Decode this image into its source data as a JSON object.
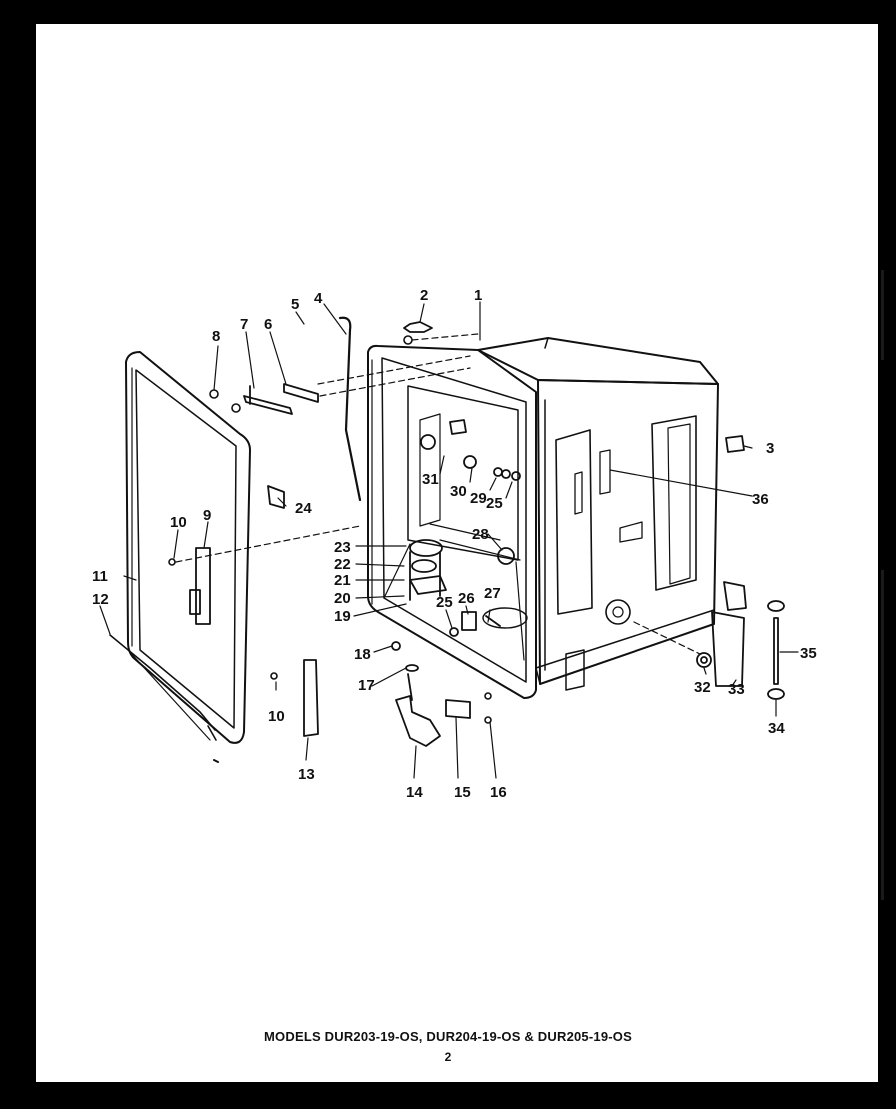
{
  "footer": {
    "models": "MODELS DUR203-19-OS, DUR204-19-OS & DUR205-19-OS",
    "page_number": "2"
  },
  "callouts": [
    "1",
    "2",
    "3",
    "4",
    "5",
    "6",
    "7",
    "8",
    "9",
    "10",
    "10",
    "11",
    "12",
    "13",
    "14",
    "15",
    "16",
    "17",
    "18",
    "19",
    "20",
    "21",
    "22",
    "23",
    "24",
    "25",
    "25",
    "26",
    "27",
    "28",
    "29",
    "30",
    "31",
    "32",
    "33",
    "34",
    "35",
    "36"
  ]
}
